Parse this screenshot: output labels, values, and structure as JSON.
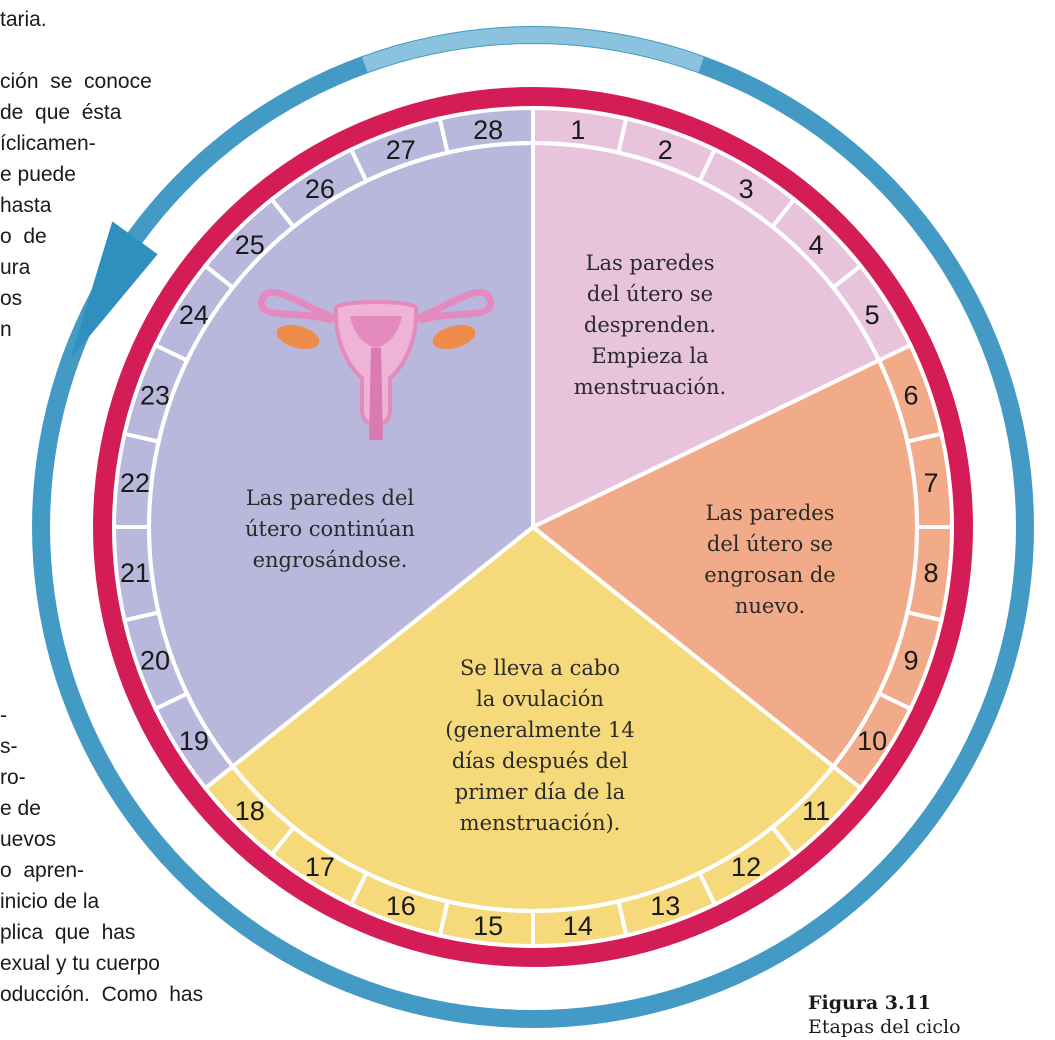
{
  "left_text_top": [
    "taria.",
    "",
    "ción  se  conoce",
    "de  que  ésta",
    "íclicamen-",
    "e puede",
    "hasta",
    "o  de",
    "ura",
    "os",
    "n"
  ],
  "left_text_bottom": [
    "-",
    "s-",
    "ro-",
    "e de",
    "uevos",
    "o  apren-",
    "inicio de la",
    "plica  que  has",
    "exual y tu cuerpo",
    "oducción.  Como  has"
  ],
  "caption": {
    "figure": "Figura 3.11",
    "subtitle": "Etapas del ciclo"
  },
  "phases": [
    {
      "label": "Las paredes del útero se desprenden. Empieza la menstruación.",
      "lines": [
        "Las paredes",
        "del útero se",
        "desprenden.",
        "Empieza la",
        "menstruación."
      ],
      "days": [
        1,
        5
      ],
      "color": "#e8c3dc"
    },
    {
      "label": "Las paredes del útero se engrosan de nuevo.",
      "lines": [
        "Las paredes",
        "del útero se",
        "engrosan de",
        "nuevo."
      ],
      "days": [
        6,
        10
      ],
      "color": "#f2ab88"
    },
    {
      "label": "Se lleva a cabo la ovulación (generalmente 14 días después del primer día de la menstruación).",
      "lines": [
        "Se lleva a cabo",
        "la ovulación",
        "(generalmente 14",
        "días después del",
        "primer día de la",
        "menstruación)."
      ],
      "days": [
        11,
        18
      ],
      "color": "#f6d97a"
    },
    {
      "label": "Las paredes del útero continúan engrosándose.",
      "lines": [
        "Las paredes del",
        "útero continúan",
        "engrosándose."
      ],
      "days": [
        19,
        28
      ],
      "color": "#b9b8dc"
    }
  ],
  "days": [
    "1",
    "2",
    "3",
    "4",
    "5",
    "6",
    "7",
    "8",
    "9",
    "10",
    "11",
    "12",
    "13",
    "14",
    "15",
    "16",
    "17",
    "18",
    "19",
    "20",
    "21",
    "22",
    "23",
    "24",
    "25",
    "26",
    "27",
    "28"
  ],
  "colors": {
    "outer_ring": "#d41c57",
    "arrow": "#2f8fbf",
    "menstruation": "#e8c3dc",
    "thickening": "#f2ab88",
    "ovulation": "#f6d97a",
    "continuing": "#b9b8dc",
    "uterus_pink": "#e38bbf",
    "ovary": "#ee8c4c"
  },
  "icon": "uterus-icon"
}
